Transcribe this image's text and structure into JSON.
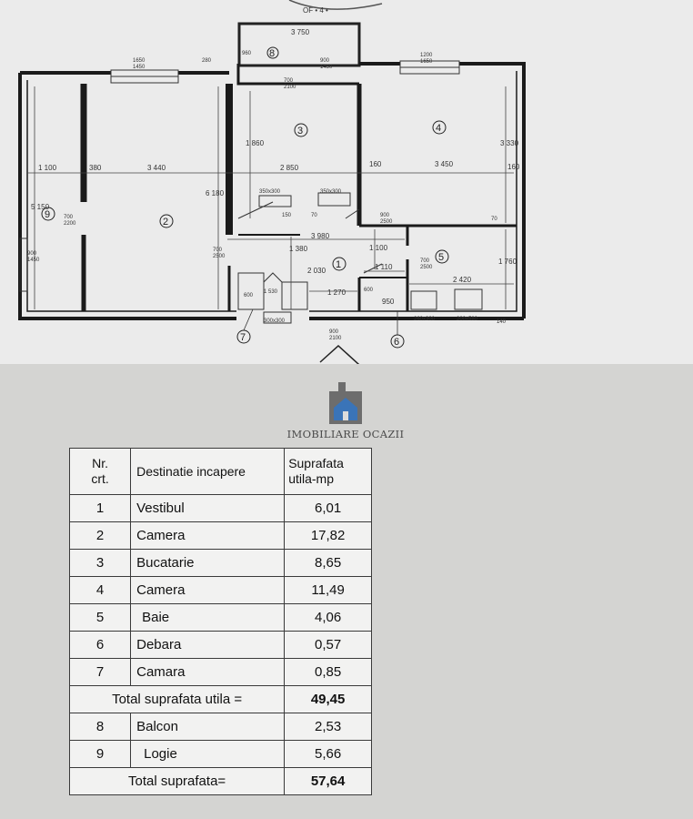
{
  "plan": {
    "top_label": "OF  • 4 •",
    "dimensions": {
      "balcony_width": "3 750",
      "win_left": "1650\n1450",
      "col_280": "280",
      "win_balcony": "960",
      "win_balcony2": "900\n1450",
      "door_balcony": "700\n2100",
      "win_right": "1200\n1650",
      "d_1100": "1 100",
      "d_380": "380",
      "d_3440": "3 440",
      "d_2850": "2 850",
      "d_160": "160",
      "d_3450": "3 450",
      "d_160b": "160",
      "d_3330": "3 330",
      "d_5150": "5 150",
      "d_6180": "6 180",
      "d_1860": "1 860",
      "door9": "700\n2200",
      "door4": "900\n2500",
      "d_3980": "3 980",
      "d_1380": "1 380",
      "d_2030": "2 030",
      "d_1100b": "1 100",
      "d_1110": "1 110",
      "door5": "700\n2500",
      "d_1760": "1 760",
      "d_2420": "2 420",
      "d_1270": "1 270",
      "d_950": "950",
      "d_900b": "900",
      "win9": "900\n1450",
      "d_600": "600",
      "d_600b": "600",
      "d_1530": "1 530",
      "d_140": "140",
      "d_70": "70",
      "d_70b": "70",
      "d_150": "150",
      "cab_left": "350x300",
      "cab_mid": "350x300",
      "cab_bath1": "260x300",
      "cab_bath2": "200x580",
      "door_entry": "900\n2100",
      "door_kit": "700\n2500",
      "cab_7": "300x300"
    },
    "room_numbers": [
      "1",
      "2",
      "3",
      "4",
      "5",
      "6",
      "7",
      "8",
      "9"
    ]
  },
  "logo": {
    "text": "IMOBILIARE OCAZII",
    "colors": {
      "blue": "#3a74b8",
      "gray": "#6d6d6d",
      "dark": "#3c3c3c"
    }
  },
  "table": {
    "header": {
      "nr": "Nr.\ncrt.",
      "destination": "Destinatie incapere",
      "area": "Suprafata\nutila-mp"
    },
    "rows": [
      {
        "nr": "1",
        "name": "Vestibul",
        "area": "6,01"
      },
      {
        "nr": "2",
        "name": "Camera",
        "area": "17,82"
      },
      {
        "nr": "3",
        "name": "Bucatarie",
        "area": "8,65"
      },
      {
        "nr": "4",
        "name": "Camera",
        "area": "11,49"
      },
      {
        "nr": "5",
        "name": "Baie",
        "area": "4,06"
      },
      {
        "nr": "6",
        "name": "Debara",
        "area": "0,57"
      },
      {
        "nr": "7",
        "name": "Camara",
        "area": "0,85"
      }
    ],
    "total_useful": {
      "label": "Total suprafata utila  =",
      "value": "49,45"
    },
    "extra_rows": [
      {
        "nr": "8",
        "name": "Balcon",
        "area": "2,53"
      },
      {
        "nr": "9",
        "name": "Logie",
        "area": "5,66"
      }
    ],
    "total": {
      "label": "Total suprafata=",
      "value": "57,64"
    }
  }
}
